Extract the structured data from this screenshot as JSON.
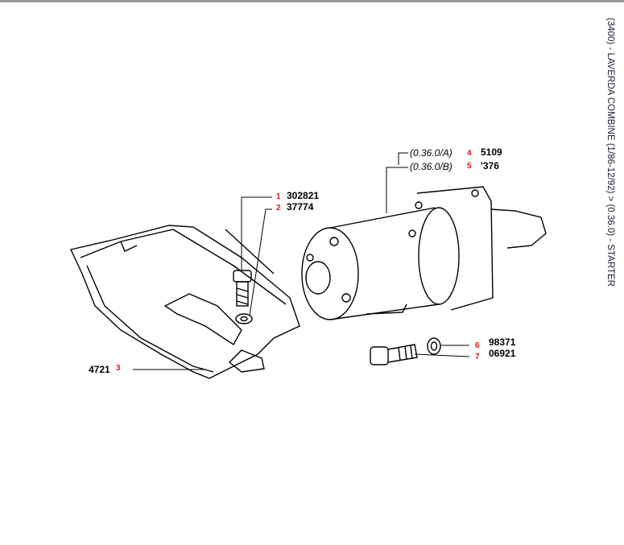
{
  "title": "(3400) - LAVERDA COMBINE (1/86-12/92) > (0.36.0) - STARTER",
  "callouts": [
    {
      "num": "1",
      "part": "302821"
    },
    {
      "num": "2",
      "part": "37774"
    },
    {
      "num": "3",
      "part": "4721"
    },
    {
      "num": "4",
      "part": "5109",
      "ref": "(0.36.0/A)"
    },
    {
      "num": "5",
      "part": "'376",
      "ref": "(0.36.0/B)"
    },
    {
      "num": "6",
      "part": "98371"
    },
    {
      "num": "7",
      "part": "06921"
    }
  ]
}
